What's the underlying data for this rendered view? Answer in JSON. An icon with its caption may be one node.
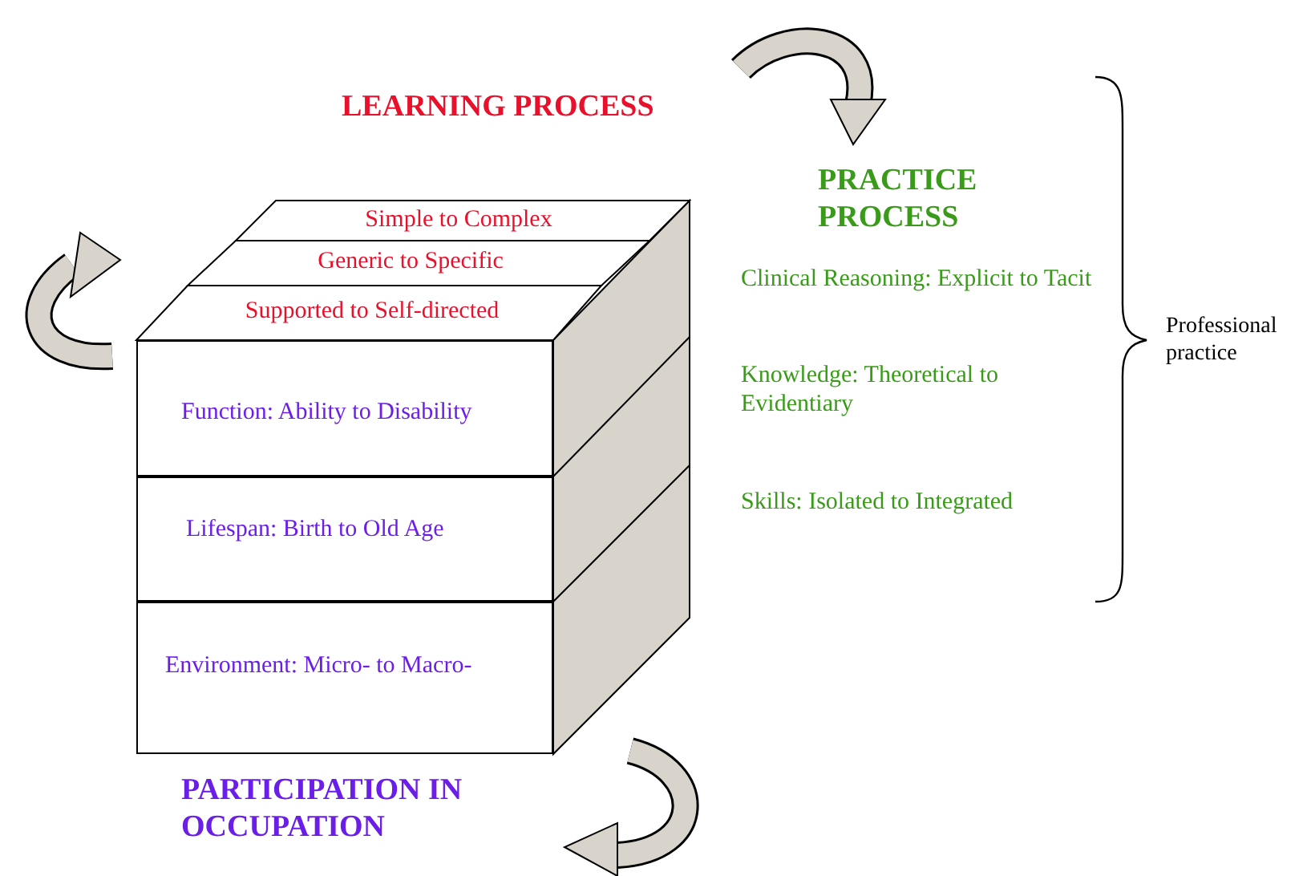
{
  "diagram": {
    "nodes": [
      {
        "text": [
          "Simple to Complex"
        ]
      },
      {
        "text": [
          "Generic to Specific"
        ]
      },
      {
        "text": [
          "Supported to Self-directed"
        ]
      },
      {
        "text": [
          "Function: Ability to Disability"
        ]
      },
      {
        "text": [
          "Lifespan: Birth to Old Age"
        ]
      },
      {
        "text": [
          "Environment: Micro- to Macro-"
        ]
      }
    ],
    "edges": [],
    "labels": [
      "LEARNING PROCESS",
      "PRACTICE PROCESS",
      "Clinical Reasoning: Explicit to Tacit",
      "Knowledge: Theoretical to Evidentiary",
      "Skills: Isolated to Integrated",
      "Professional practice",
      "PARTICIPATION IN OCCUPATION"
    ]
  }
}
